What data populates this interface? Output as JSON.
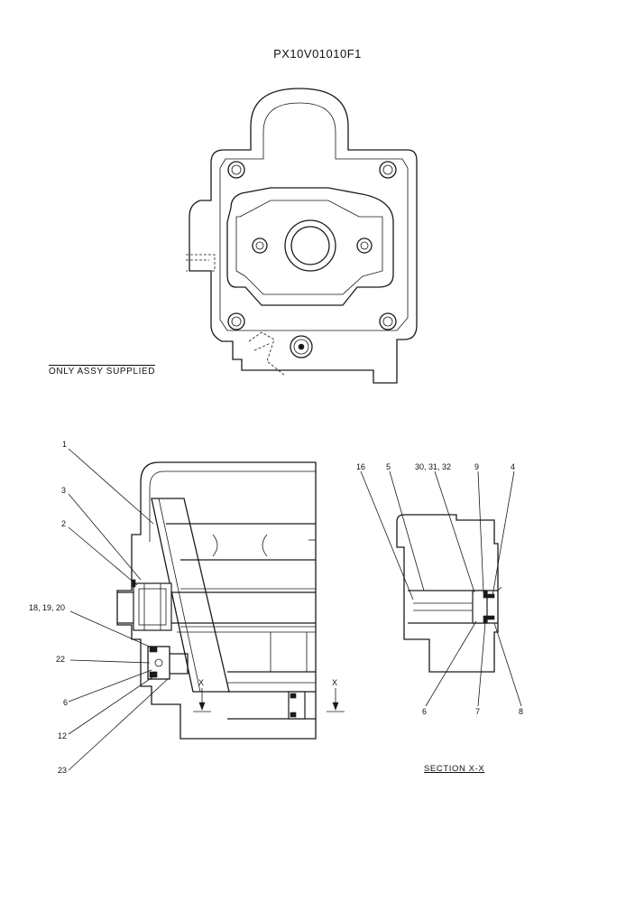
{
  "drawing": {
    "code": "PX10V01010F1",
    "note": "ONLY ASSY SUPPLIED",
    "section_title": "SECTION X-X"
  },
  "callouts": {
    "left": {
      "p1": "1",
      "p3": "3",
      "p2": "2",
      "p18_19_20": "18, 19, 20",
      "p22": "22",
      "p6": "6",
      "p12": "12",
      "p23": "23",
      "x_a": "X",
      "x_b": "X"
    },
    "section": {
      "p16": "16",
      "p5": "5",
      "p30_31_32": "30, 31, 32",
      "p9": "9",
      "p4": "4",
      "p6": "6",
      "p7": "7",
      "p8": "8"
    }
  }
}
